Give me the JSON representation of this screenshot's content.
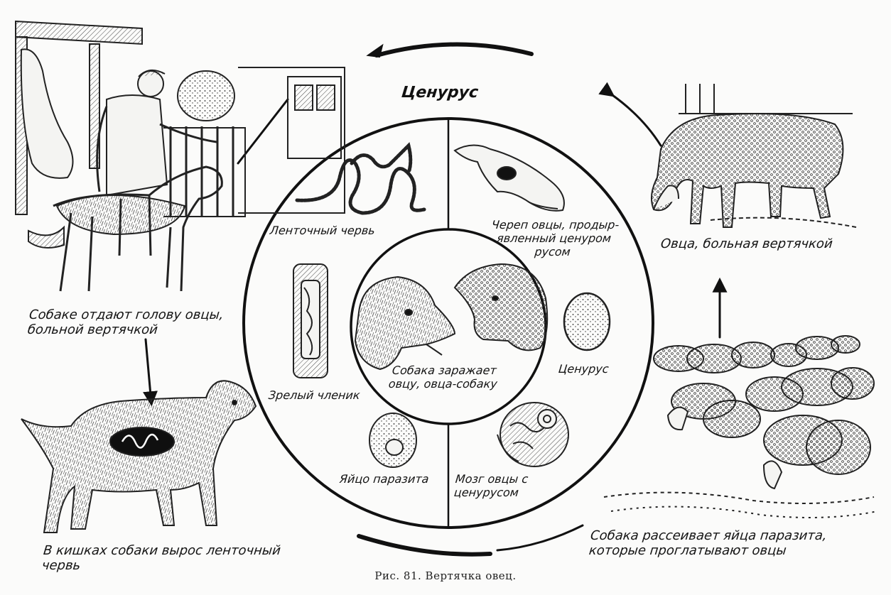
{
  "title": "Ценурус",
  "labels": {
    "dog_given_head": "Собаке отдают голову овцы,\nбольной вертячкой",
    "tapeworm_in_dog": "В кишках собаки вырос ленточный\nчервь",
    "sheep_sick": "Овца, больная вертячкой",
    "dog_spreads_eggs": "Собака рассеивает яйца паразита,\nкоторые проглатывают овцы",
    "tapeworm": "Ленточный червь",
    "skull": "Череп овцы, продыр-\nявленный ценуром\nрусом",
    "mature_segment": "Зрелый членик",
    "coenurus": "Ценурус",
    "egg": "Яйцо паразита",
    "brain": "Мозг овцы с\nценурусом",
    "center": "Собака заражает\nовцу, овца-собаку"
  },
  "caption": "Рис. 81. Вертячка овец."
}
